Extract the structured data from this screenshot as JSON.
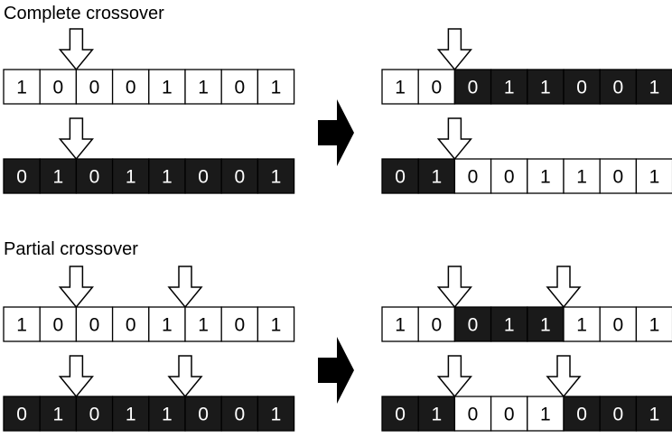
{
  "colors": {
    "white_cell": "#ffffff",
    "black_cell": "#1a1a1a",
    "stroke": "#000000",
    "text_on_white": "#000000",
    "text_on_black": "#ffffff"
  },
  "icons": {
    "cut_marker": "down-arrow-icon",
    "transform": "right-arrow-icon"
  },
  "sections": [
    {
      "title": "Complete crossover",
      "input": [
        {
          "bits": [
            "1",
            "0",
            "0",
            "0",
            "1",
            "1",
            "0",
            "1"
          ],
          "shades": [
            "w",
            "w",
            "w",
            "w",
            "w",
            "w",
            "w",
            "w"
          ]
        },
        {
          "bits": [
            "0",
            "1",
            "0",
            "1",
            "1",
            "0",
            "0",
            "1"
          ],
          "shades": [
            "b",
            "b",
            "b",
            "b",
            "b",
            "b",
            "b",
            "b"
          ]
        }
      ],
      "input_cut_points": [
        2
      ],
      "output": [
        {
          "bits": [
            "1",
            "0",
            "0",
            "1",
            "1",
            "0",
            "0",
            "1"
          ],
          "shades": [
            "w",
            "w",
            "b",
            "b",
            "b",
            "b",
            "b",
            "b"
          ]
        },
        {
          "bits": [
            "0",
            "1",
            "0",
            "0",
            "1",
            "1",
            "0",
            "1"
          ],
          "shades": [
            "b",
            "b",
            "w",
            "w",
            "w",
            "w",
            "w",
            "w"
          ]
        }
      ],
      "output_cut_points": [
        2
      ]
    },
    {
      "title": "Partial crossover",
      "input": [
        {
          "bits": [
            "1",
            "0",
            "0",
            "0",
            "1",
            "1",
            "0",
            "1"
          ],
          "shades": [
            "w",
            "w",
            "w",
            "w",
            "w",
            "w",
            "w",
            "w"
          ]
        },
        {
          "bits": [
            "0",
            "1",
            "0",
            "1",
            "1",
            "0",
            "0",
            "1"
          ],
          "shades": [
            "b",
            "b",
            "b",
            "b",
            "b",
            "b",
            "b",
            "b"
          ]
        }
      ],
      "input_cut_points": [
        2,
        5
      ],
      "output": [
        {
          "bits": [
            "1",
            "0",
            "0",
            "1",
            "1",
            "1",
            "0",
            "1"
          ],
          "shades": [
            "w",
            "w",
            "b",
            "b",
            "b",
            "w",
            "w",
            "w"
          ]
        },
        {
          "bits": [
            "0",
            "1",
            "0",
            "0",
            "1",
            "0",
            "0",
            "1"
          ],
          "shades": [
            "b",
            "b",
            "w",
            "w",
            "w",
            "b",
            "b",
            "b"
          ]
        }
      ],
      "output_cut_points": [
        2,
        5
      ]
    }
  ]
}
